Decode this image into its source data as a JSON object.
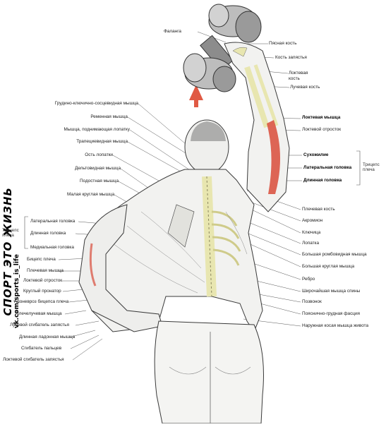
{
  "watermark": {
    "slogan": "СПОРТ  ЭТО  ЖИЗНЬ",
    "url": "vk.com/sports_is_life"
  },
  "labels_top": {
    "phalanx": "Фаланга",
    "metacarpal": "Пясная кость",
    "carpal": "Кость запястья",
    "ulna": "Локтевая кость",
    "radius": "Лучевая кость"
  },
  "labels_left": [
    "Грудино-ключично-сосцевидная мышца",
    "Ременная мышца",
    "Мышца, поднимающая лопатку",
    "Трапециевидная мышца",
    "Ость лопатки",
    "Дельтовидная мышца",
    "Подостная мышца",
    "Малая круглая мышца"
  ],
  "triceps_left": {
    "group": "Трицепс плеча",
    "heads": [
      "Латеральная головка",
      "Длинная головка",
      "Медиальная головка"
    ]
  },
  "labels_left_lower": [
    "Бицепс плеча",
    "Плечевая мышца",
    "Локтевой отросток",
    "Круглый пронатор",
    "Апоневроз бицепса плеча",
    "Плечелучевая мышца",
    "Лучевой сгибатель запястья",
    "Длинная ладонная мышца",
    "Сгибатель пальцев",
    "Локтевой сгибатель запястья"
  ],
  "labels_right_mid": {
    "anconeus": "Локтевая мышца",
    "olecranon": "Локтевой отросток"
  },
  "triceps_right": {
    "group": "Трицепс плеча",
    "heads": [
      "Сухожилие",
      "Латеральная головка",
      "Длинная головка"
    ]
  },
  "labels_right_lower": [
    "Плечевая кость",
    "Акромион",
    "Ключица",
    "Лопатка",
    "Большая ромбовидная мышца",
    "Большая круглая мышца",
    "Ребро",
    "Широчайшая мышца спины",
    "Позвонок",
    "Пояснично-грудная фасция",
    "Наружная косая мышца живота"
  ],
  "colors": {
    "skin": "#f2f2f0",
    "outline": "#3a3a3a",
    "muscle_highlight": "#d94c3a",
    "bone": "#e8e6b0",
    "arrow": "#e05a44"
  }
}
